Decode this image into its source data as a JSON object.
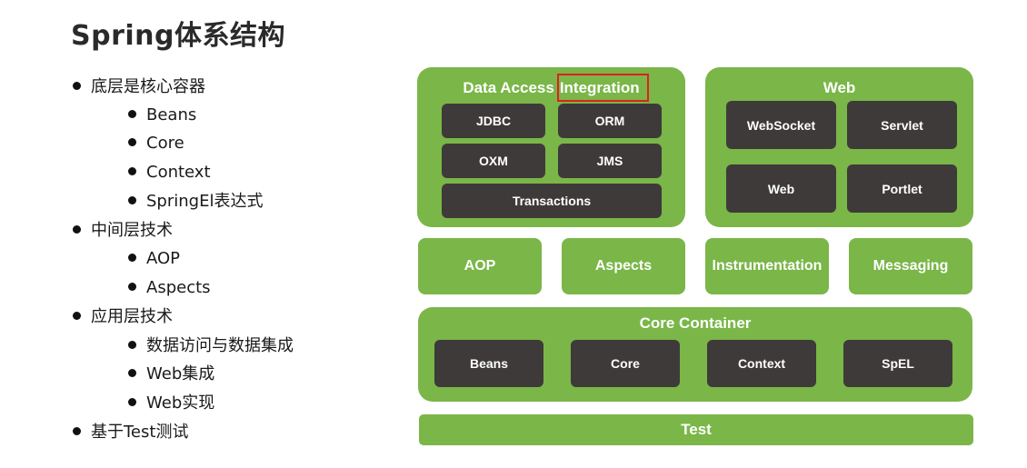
{
  "title": "Spring体系结构",
  "outline": [
    {
      "text": "底层是核心容器",
      "level": 1
    },
    {
      "text": "Beans",
      "level": 2
    },
    {
      "text": "Core",
      "level": 2
    },
    {
      "text": "Context",
      "level": 2
    },
    {
      "text": "SpringEl表达式",
      "level": 2
    },
    {
      "text": "中间层技术",
      "level": 1
    },
    {
      "text": "AOP",
      "level": 2
    },
    {
      "text": "Aspects",
      "level": 2
    },
    {
      "text": "应用层技术",
      "level": 1
    },
    {
      "text": "数据访问与数据集成",
      "level": 2
    },
    {
      "text": "Web集成",
      "level": 2
    },
    {
      "text": "Web实现",
      "level": 2
    },
    {
      "text": "基于Test测试",
      "level": 1
    }
  ],
  "diagram": {
    "data_access": {
      "title_part1": "Data Access",
      "title_part2": "Integration",
      "modules": [
        "JDBC",
        "ORM",
        "OXM",
        "JMS",
        "Transactions"
      ]
    },
    "web": {
      "title": "Web",
      "modules": [
        "WebSocket",
        "Servlet",
        "Web",
        "Portlet"
      ]
    },
    "middle": [
      "AOP",
      "Aspects",
      "Instrumentation",
      "Messaging"
    ],
    "core_container": {
      "title": "Core Container",
      "modules": [
        "Beans",
        "Core",
        "Context",
        "SpEL"
      ]
    },
    "test": "Test",
    "colors": {
      "green": "#7ab648",
      "module": "#3e3a39",
      "highlight": "#e02020"
    }
  }
}
